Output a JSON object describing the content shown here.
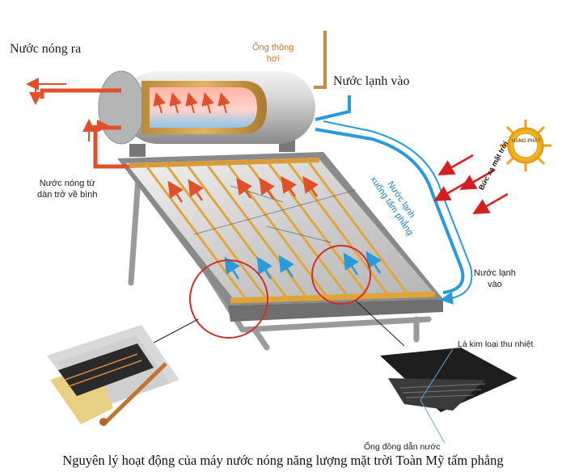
{
  "labels": {
    "hot_out": "Nước nóng ra",
    "vent_l1": "Ống thông",
    "vent_l2": "hơi",
    "cold_in": "Nước lạnh vào",
    "hot_return_l1": "Nước nóng từ",
    "hot_return_l2": "dàn trở về bình",
    "cold_down_l1": "Nước lạnh",
    "cold_down_l2": "xuống tấm phẳng",
    "cold_in2_l1": "Nước lạnh",
    "cold_in2_l2": "vào",
    "radiation": "Bức xạ mặt trời",
    "fin": "Lá kim loại thu nhiệt",
    "copper_pipe": "Ống đồng dẫn nước",
    "brand": "HÙNG PHÁT"
  },
  "caption": "Nguyên lý hoạt động của máy nước nóng năng lượng mặt trời Toàn Mỹ tấm phẳng",
  "colors": {
    "hot": "#e0502a",
    "cold": "#2a9ad8",
    "copper": "#d99a3a",
    "steel": "#c8c8c8",
    "sun": "#f6c21c",
    "ray": "#d62020",
    "highlight": "#d42b2b"
  }
}
